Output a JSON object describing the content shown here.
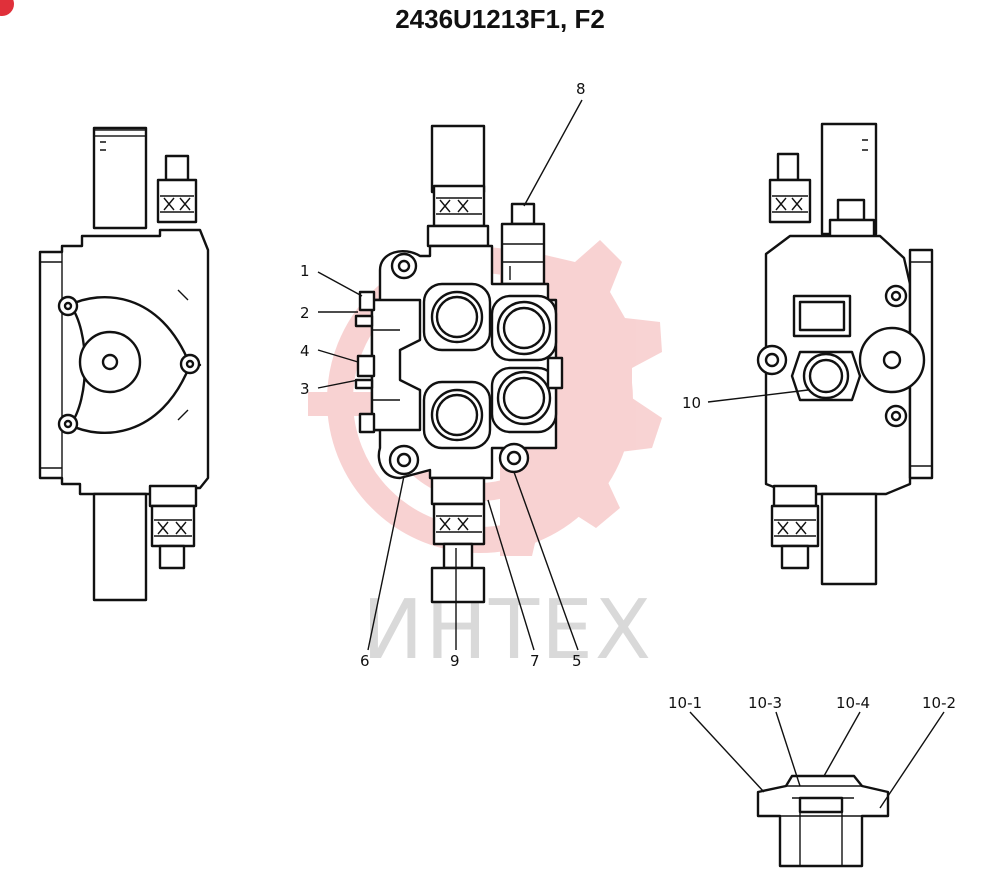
{
  "title": "2436U1213F1, F2",
  "watermark": {
    "text": "ИНТЕХ",
    "color": "#f3a9a9"
  },
  "callouts": {
    "c1": "1",
    "c2": "2",
    "c3": "3",
    "c4": "4",
    "c5": "5",
    "c6": "6",
    "c7": "7",
    "c8": "8",
    "c9": "9",
    "c10": "10",
    "c10_1": "10-1",
    "c10_2": "10-2",
    "c10_3": "10-3",
    "c10_4": "10-4"
  }
}
